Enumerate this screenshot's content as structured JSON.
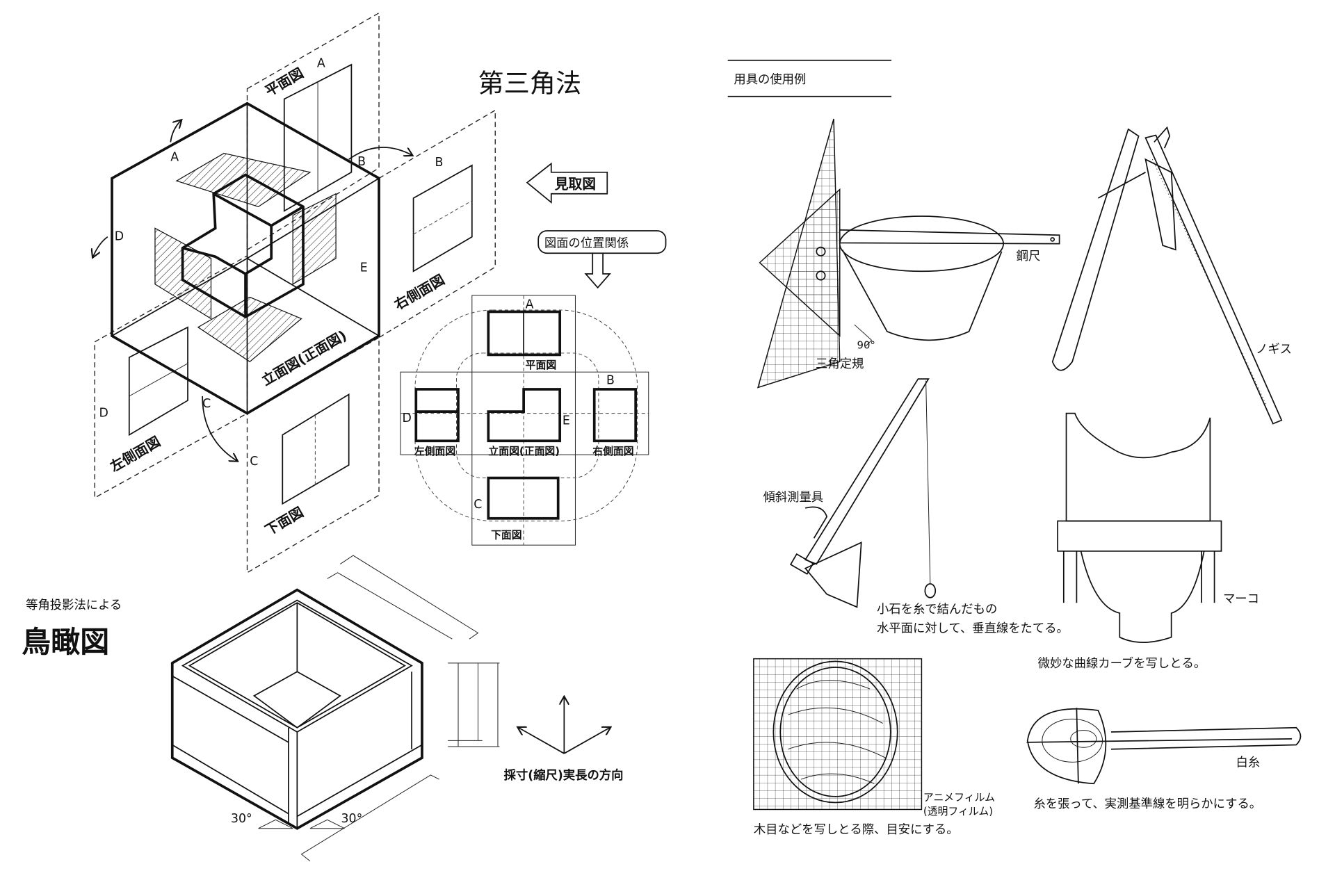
{
  "third_angle": {
    "title": "第三角法",
    "letters": {
      "a": "A",
      "b": "B",
      "c": "C",
      "d": "D",
      "e": "E"
    },
    "planes": {
      "top": "平面図",
      "right": "右側面図",
      "left": "左側面図",
      "front": "立面図(正面図)",
      "bottom": "下面図"
    },
    "sketch_arrow_label": "見取図",
    "layout_title": "図面の位置関係",
    "layout": {
      "top": "平面図",
      "left": "左側面図",
      "front": "立面図(正面図)",
      "right": "右側面図",
      "bottom": "下面図"
    }
  },
  "isometric": {
    "subtitle": "等角投影法による",
    "title": "鳥瞰図",
    "direction_label": "採寸(縮尺)実長の方向",
    "angle_left": "30°",
    "angle_right": "30°"
  },
  "tools": {
    "title": "用具の使用例",
    "steel_rule": "鋼尺",
    "triangle": "三角定規",
    "right_angle": "90°",
    "caliper": "ノギス",
    "inclinometer": "傾斜測量具",
    "plumb_note_1": "小石を糸で結んだもの",
    "plumb_note_2": "水平面に対して、垂直線をたてる。",
    "profile_gauge": "マーコ",
    "profile_note": "微妙な曲線カーブを写しとる。",
    "film": "アニメフィルム",
    "film_sub": "(透明フィルム)",
    "film_note": "木目などを写しとる際、目安にする。",
    "thread": "白糸",
    "thread_note": "糸を張って、実測基準線を明らかにする。"
  }
}
